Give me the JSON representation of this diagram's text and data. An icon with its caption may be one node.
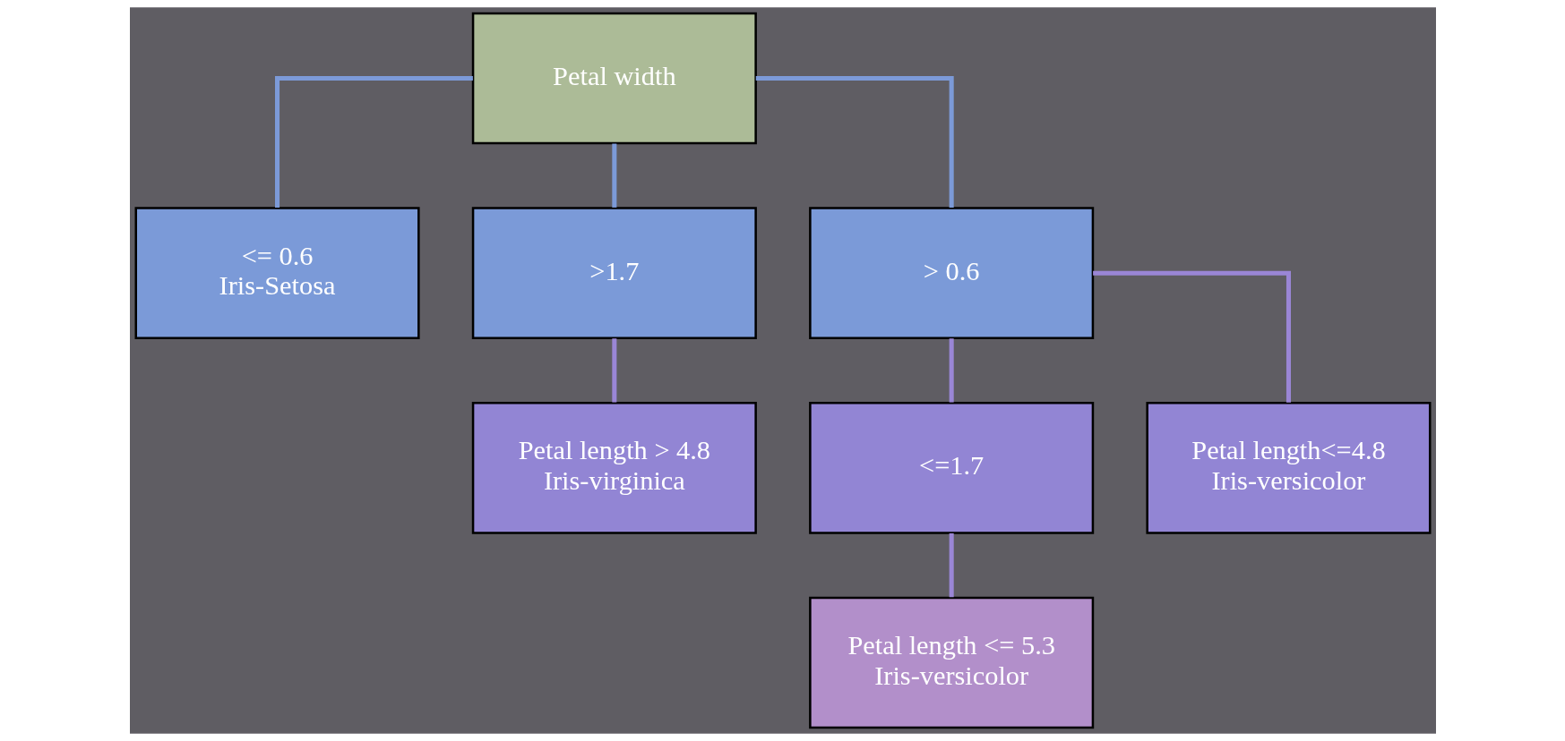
{
  "diagram": {
    "nodes": [
      {
        "text": [
          "Petal width"
        ]
      },
      {
        "text": [
          "<= 0.6",
          "Iris-Setosa"
        ]
      },
      {
        "text": [
          ">1.7"
        ]
      },
      {
        "text": [
          "> 0.6"
        ]
      },
      {
        "text": [
          "Petal length > 4.8",
          "Iris-virginica"
        ]
      },
      {
        "text": [
          "<=1.7"
        ]
      },
      {
        "text": [
          "Petal length<=4.8",
          "Iris-versicolor"
        ]
      },
      {
        "text": [
          "Petal length <= 5.3",
          "Iris-versicolor"
        ]
      }
    ],
    "edges": [
      {
        "from": 0,
        "to": 1,
        "arrow": "none",
        "color": "#7c9ad8"
      },
      {
        "from": 0,
        "to": 2,
        "arrow": "none",
        "color": "#7c9ad8"
      },
      {
        "from": 0,
        "to": 3,
        "arrow": "none",
        "color": "#7c9ad8"
      },
      {
        "from": 2,
        "to": 4,
        "arrow": "none"
      },
      {
        "from": 3,
        "to": 5,
        "arrow": "none"
      },
      {
        "from": 3,
        "to": 6,
        "arrow": "none"
      },
      {
        "from": 5,
        "to": 7,
        "arrow": "none"
      }
    ]
  }
}
